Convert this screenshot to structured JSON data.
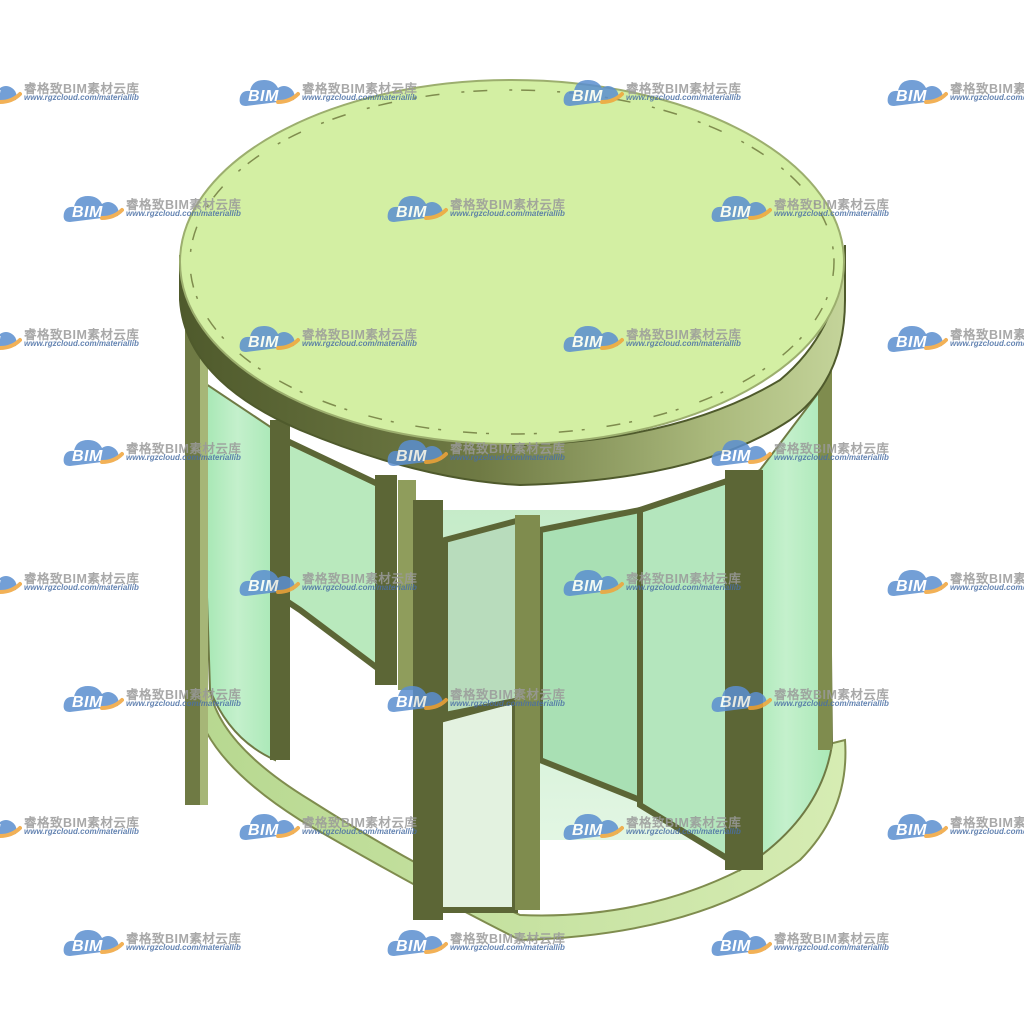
{
  "watermark": {
    "logo_text": "BIM",
    "name": "睿格致BIM素材云库",
    "url": "www.rgzcloud.com/materiallib"
  },
  "colors": {
    "canopy_top": "#d3efa3",
    "canopy_rim_dark": "#6f7a44",
    "canopy_rim_light": "#b9c98c",
    "frame_dark": "#5c6636",
    "frame_mid": "#8f9d5c",
    "glass": "#a6e8b4",
    "glass_light": "#cdf2d2",
    "floor": "#c8e6a0",
    "logo_blue": "#5b8fd0",
    "logo_orange": "#f0a43a"
  }
}
